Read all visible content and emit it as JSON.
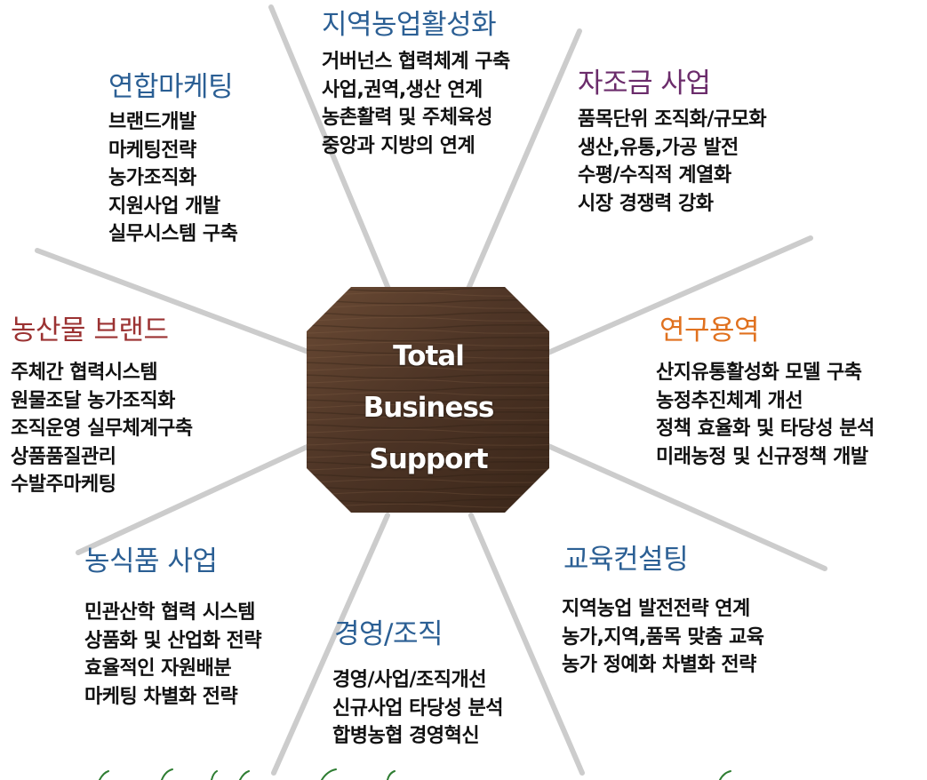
{
  "hub": {
    "lines": [
      "Total",
      "Business",
      "Support"
    ]
  },
  "colors": {
    "ray": "#cccccc",
    "hub_wood": "#4e3526",
    "blue_title": "#2b5f94",
    "purple_title": "#6b2c6b",
    "orange_title": "#e0711f",
    "red_title": "#9b3232",
    "green_sprout": "#2e7d32"
  },
  "sections": {
    "regional_revitalization": {
      "title": "지역농업활성화",
      "items": [
        "거버넌스 협력체계 구축",
        "사업,권역,생산 연계",
        "농촌활력 및 주체육성",
        "중앙과 지방의 연계"
      ]
    },
    "joint_marketing": {
      "title": "연합마케팅",
      "items": [
        "브랜드개발",
        "마케팅전략",
        "농가조직화",
        "지원사업 개발",
        "실무시스템 구축"
      ]
    },
    "self_help_fund": {
      "title": "자조금 사업",
      "items": [
        "품목단위 조직화/규모화",
        "생산,유통,가공 발전",
        "수평/수직적 계열화",
        "시장 경쟁력 강화"
      ]
    },
    "agri_brand": {
      "title": "농산물 브랜드",
      "items": [
        "주체간 협력시스템",
        "원물조달 농가조직화",
        "조직운영 실무체계구축",
        "상품품질관리",
        "수발주마케팅"
      ]
    },
    "research": {
      "title": "연구용역",
      "items": [
        "산지유통활성화 모델 구축",
        "농정추진체계 개선",
        "정책 효율화 및 타당성 분석",
        "미래농정 및 신규정책 개발"
      ]
    },
    "agrifood": {
      "title": "농식품 사업",
      "items": [
        "민관산학 협력 시스템",
        "상품화 및 산업화 전략",
        "효율적인 자원배분",
        "마케팅 차별화 전략"
      ]
    },
    "management": {
      "title": "경영/조직",
      "items": [
        "경영/사업/조직개선",
        "신규사업 타당성 분석",
        "합병농협 경영혁신"
      ]
    },
    "education": {
      "title": "교육컨설팅",
      "items": [
        "지역농업 발전전략 연계",
        "농가,지역,품목 맞춤 교육",
        "농가 정예화 차별화 전략"
      ]
    }
  }
}
